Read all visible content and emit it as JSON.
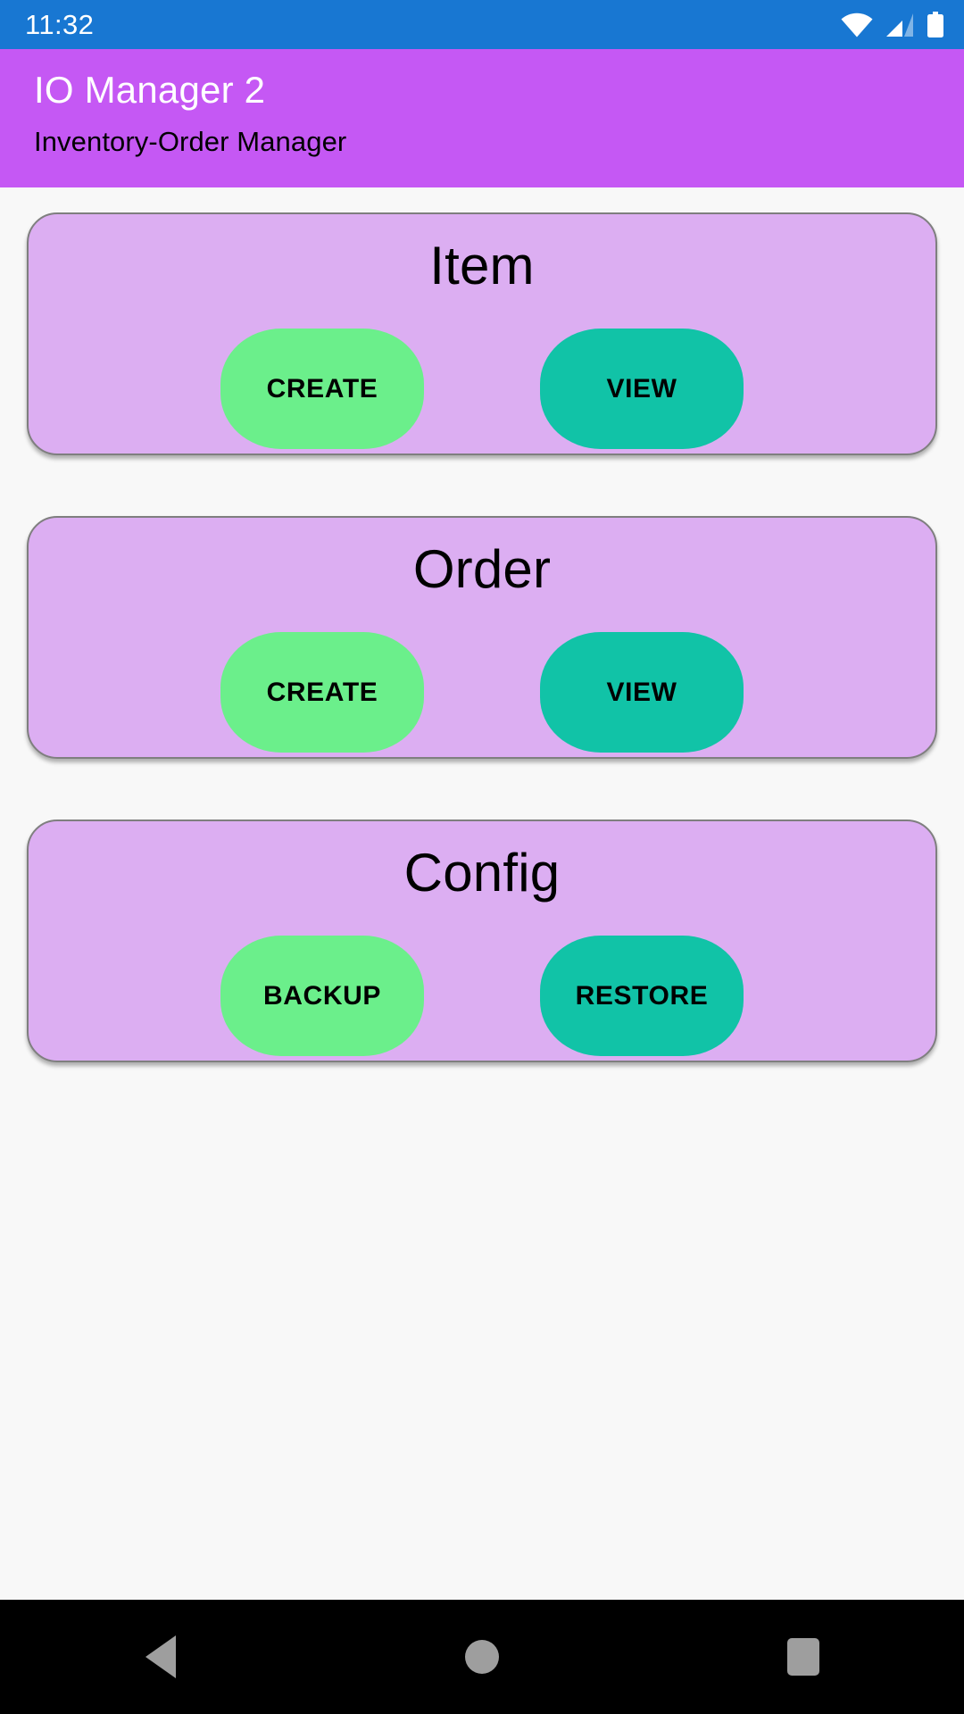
{
  "status_bar": {
    "time": "11:32",
    "background_color": "#1877D2",
    "icons": [
      {
        "name": "wifi-icon",
        "state": "full"
      },
      {
        "name": "cellular-signal-icon",
        "state": "partial"
      },
      {
        "name": "battery-icon",
        "state": "full"
      }
    ]
  },
  "header": {
    "title": "IO Manager 2",
    "subtitle": "Inventory-Order Manager",
    "background_color": "#C558F4",
    "title_color": "#FFFFFF",
    "subtitle_color": "#000000"
  },
  "theme": {
    "page_background": "#F8F8F8",
    "card_background": "#DCAEF2",
    "card_border": "#7F7F7F",
    "primary_button_color": "#6BEF8B",
    "secondary_button_color": "#11C3A7",
    "button_text_color": "#000000"
  },
  "cards": [
    {
      "title": "Item",
      "primary_action": "CREATE",
      "secondary_action": "VIEW"
    },
    {
      "title": "Order",
      "primary_action": "CREATE",
      "secondary_action": "VIEW"
    },
    {
      "title": "Config",
      "primary_action": "BACKUP",
      "secondary_action": "RESTORE"
    }
  ],
  "nav_bar": {
    "background_color": "#000000",
    "icon_color": "#9E9E9E",
    "buttons": [
      {
        "name": "back-icon",
        "label": "Back"
      },
      {
        "name": "home-icon",
        "label": "Home"
      },
      {
        "name": "recent-apps-icon",
        "label": "Recent apps"
      }
    ]
  }
}
